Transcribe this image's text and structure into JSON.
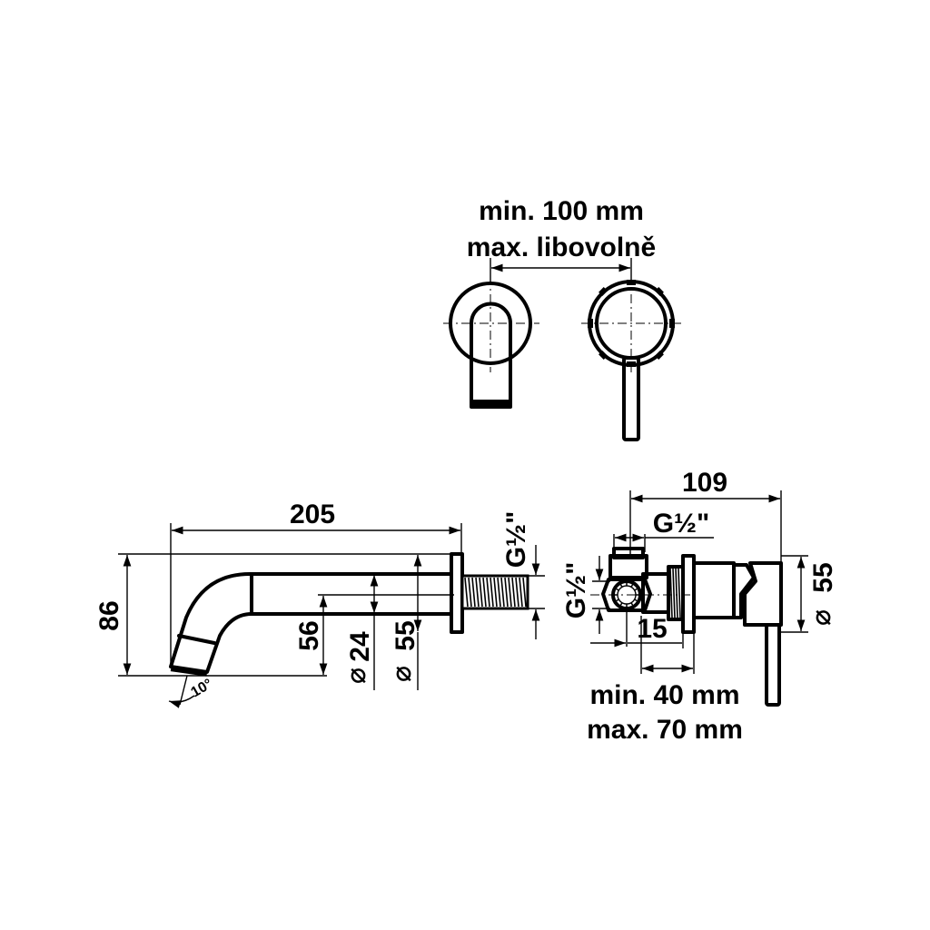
{
  "top_view": {
    "spacing_min": "min. 100 mm",
    "spacing_max": "max. libovolně"
  },
  "spout_view": {
    "length": "205",
    "height": "86",
    "outlet_height": "56",
    "diameter_outlet": "24",
    "diameter_rosette": "55",
    "thread": "G½\"",
    "angle": "10°",
    "diameter_symbol": "⌀"
  },
  "mixer_view": {
    "depth": "109",
    "thread_top": "G½\"",
    "thread_side": "G½\"",
    "inset": "15",
    "diameter_rosette": "55",
    "diameter_symbol": "⌀",
    "mount_min": "min. 40 mm",
    "mount_max": "max. 70 mm"
  }
}
